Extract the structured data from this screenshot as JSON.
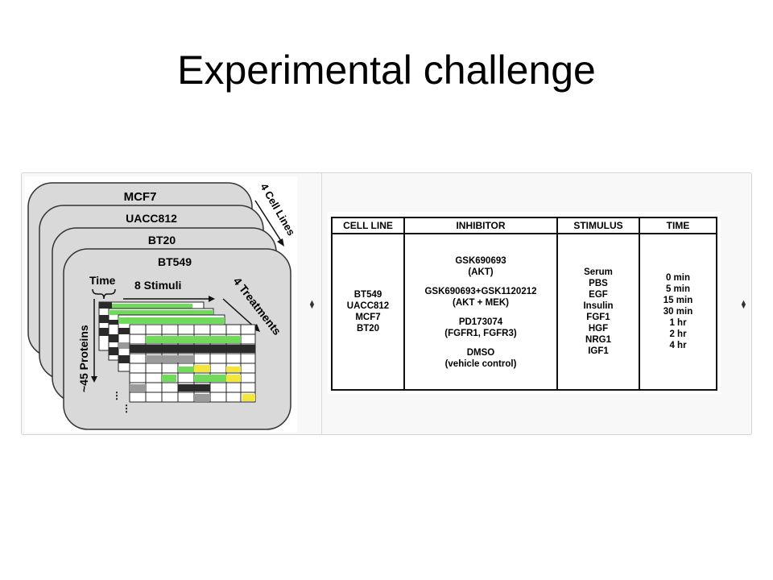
{
  "title": "Experimental challenge",
  "diagram": {
    "cell_lines_back": [
      "MCF7",
      "UACC812",
      "BT20"
    ],
    "front_card": "BT549",
    "time_label": "Time",
    "stimuli_label": "8 Stimuli",
    "cell_lines_label": "4 Cell Lines",
    "treatments_label": "4 Treatments",
    "proteins_label": "~45 Proteins",
    "colors": {
      "green": "#6fda5b",
      "yellow": "#f4e53a",
      "dark": "#2a2a2a",
      "card": "#d9d9d9"
    }
  },
  "table": {
    "headers": [
      "CELL LINE",
      "INHIBITOR",
      "STIMULUS",
      "TIME"
    ],
    "cell_lines": [
      "BT549",
      "UACC812",
      "MCF7",
      "BT20"
    ],
    "inhibitors": [
      [
        "GSK690693",
        "(AKT)"
      ],
      [
        "GSK690693+GSK1120212",
        "(AKT + MEK)"
      ],
      [
        "PD173074",
        "(FGFR1, FGFR3)"
      ],
      [
        "DMSO",
        "(vehicle control)"
      ]
    ],
    "stimuli": [
      "Serum",
      "PBS",
      "EGF",
      "Insulin",
      "FGF1",
      "HGF",
      "NRG1",
      "IGF1"
    ],
    "times": [
      "0 min",
      "5 min",
      "15 min",
      "30 min",
      "1  hr",
      "2  hr",
      "4  hr"
    ]
  }
}
